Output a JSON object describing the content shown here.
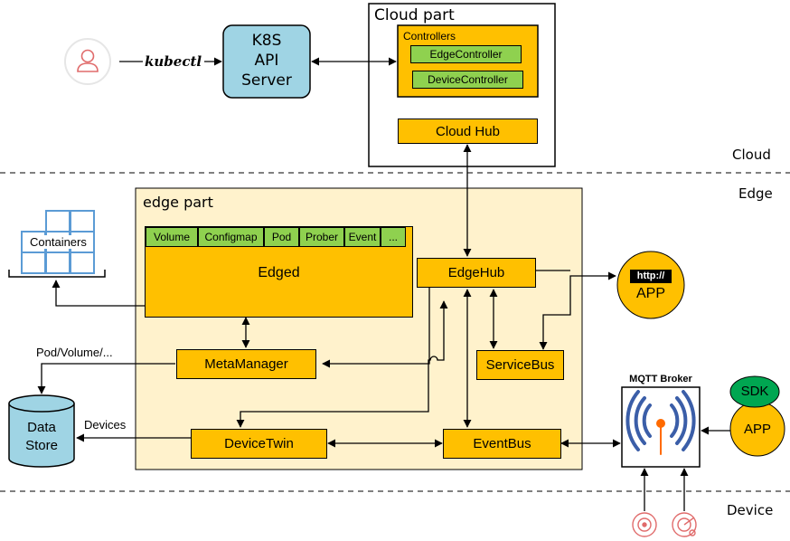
{
  "cloud": {
    "title": "Cloud part",
    "controllers_label": "Controllers",
    "edge_controller": "EdgeController",
    "device_controller": "DeviceController",
    "cloud_hub": "Cloud Hub"
  },
  "api_server": {
    "line1": "K8S",
    "line2": "API",
    "line3": "Server"
  },
  "kubectl_label": "kubectl",
  "zones": {
    "cloud": "Cloud",
    "edge": "Edge",
    "device": "Device"
  },
  "edge": {
    "title": "edge part",
    "tabs": [
      "Volume",
      "Configmap",
      "Pod",
      "Prober",
      "Event",
      "..."
    ],
    "edged": "Edged",
    "edgehub": "EdgeHub",
    "metamanager": "MetaManager",
    "servicebus": "ServiceBus",
    "devicetwin": "DeviceTwin",
    "eventbus": "EventBus"
  },
  "containers_label": "Containers",
  "pod_volume_label": "Pod/Volume/...",
  "devices_label": "Devices",
  "datastore": {
    "line1": "Data",
    "line2": "Store"
  },
  "http_app": {
    "badge": "http://",
    "label": "APP"
  },
  "mqtt": {
    "title": "MQTT Broker"
  },
  "sdk_label": "SDK",
  "app_label": "APP",
  "colors": {
    "orange": "#ffc000",
    "green": "#8fd14f",
    "cream": "#fff2cc",
    "blue": "#9fd4e4",
    "mqtt_blue": "#3b5ea8"
  }
}
